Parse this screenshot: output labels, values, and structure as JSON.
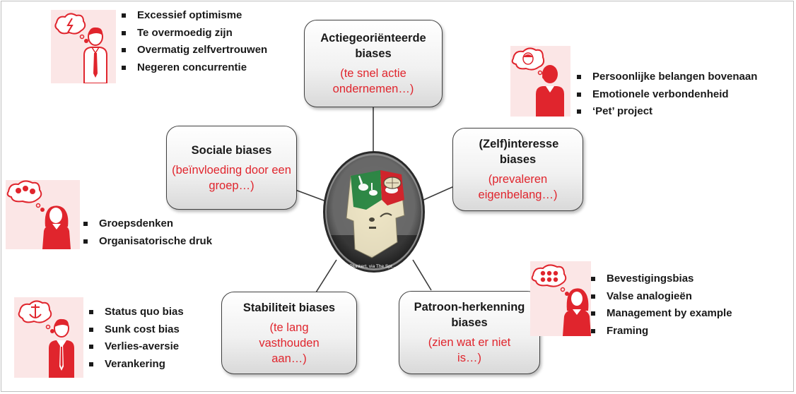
{
  "boxes": {
    "action": {
      "title": "Actiegeoriënteerde biases",
      "subtitle": "(te snel actie ondernemen…)"
    },
    "interest": {
      "title": "(Zelf)interesse biases",
      "subtitle": "(prevaleren eigenbelang…)"
    },
    "pattern": {
      "title": "Patroon-herkenning biases",
      "subtitle": "(zien wat er niet is…)"
    },
    "stability": {
      "title": "Stabiliteit biases",
      "subtitle": "(te lang vasthouden aan…)"
    },
    "social": {
      "title": "Sociale biases",
      "subtitle": "(beïnvloeding door een groep…)"
    }
  },
  "lists": {
    "action": [
      "Excessief optimisme",
      "Te overmoedig zijn",
      "Overmatig zelfvertrouwen",
      "Negeren concurrentie"
    ],
    "interest": [
      "Persoonlijke belangen bovenaan",
      "Emotionele verbondenheid",
      "‘Pet’ project"
    ],
    "social": [
      "Groepsdenken",
      "Organisatorische druk"
    ],
    "stability": [
      "Status quo bias",
      "Sunk cost bias",
      "Verlies-aversie",
      "Verankering"
    ],
    "pattern": [
      "Bevestigingsbias",
      "Valse analogieën",
      "Management by example",
      "Framing"
    ]
  },
  "central_image": {
    "caption": "David Plunkert, via The Spr..."
  },
  "colors": {
    "accent": "#e0252d",
    "icon_bg": "#fbe6e6",
    "box_border": "#3f3f3f"
  },
  "icons": {
    "action": "man-lightning-thought-icon",
    "interest": "man-face-thought-icon",
    "social": "woman-group-thought-icon",
    "stability": "man-anchor-thought-icon",
    "pattern": "woman-dots-thought-icon"
  }
}
